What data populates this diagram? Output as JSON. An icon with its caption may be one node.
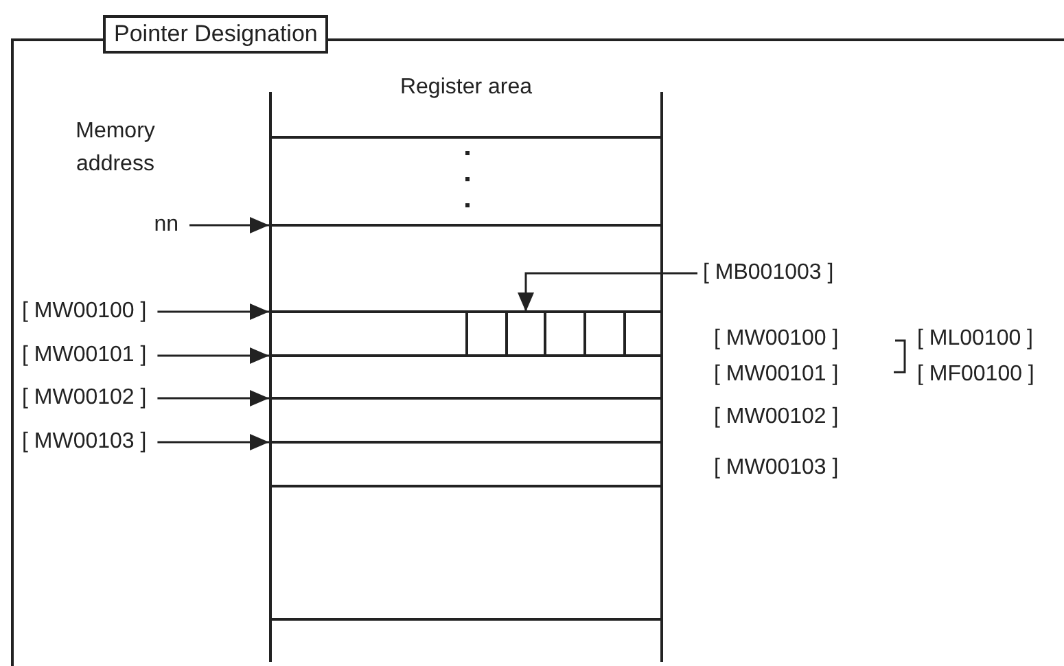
{
  "diagram": {
    "nodes": [
      {
        "text": [
          "Pointer Designation"
        ]
      },
      {
        "text": [
          "Register area"
        ],
        "in": 0
      },
      {
        "text": [],
        "shape": "box",
        "in": 1
      },
      {
        "text": [
          "nn"
        ],
        "in": 0
      },
      {
        "text": [
          "[ MW00100 ]"
        ],
        "in": 0
      },
      {
        "text": [
          "[ MW00101 ]"
        ],
        "in": 0
      },
      {
        "text": [
          "[ MW00102 ]"
        ],
        "in": 0
      },
      {
        "text": [
          "[ MW00103 ]"
        ],
        "in": 0
      },
      {
        "text": [
          "[ MB001003 ]"
        ],
        "in": 0
      }
    ],
    "edges": [
      {
        "from": 3,
        "to": 1,
        "arrow": "to"
      },
      {
        "from": 4,
        "to": 1,
        "arrow": "to"
      },
      {
        "from": 5,
        "to": 1,
        "arrow": "to"
      },
      {
        "from": 6,
        "to": 1,
        "arrow": "to"
      },
      {
        "from": 7,
        "to": 1,
        "arrow": "to"
      },
      {
        "from": 8,
        "to": 2,
        "arrow": "to"
      }
    ],
    "labels": [
      "Memory address",
      "[ MW00100 ]",
      "[ ML00100 ]",
      "[ MW00101 ]",
      "[ MF00100 ]",
      "[ MW00102 ]",
      "[ MW00103 ]"
    ]
  }
}
